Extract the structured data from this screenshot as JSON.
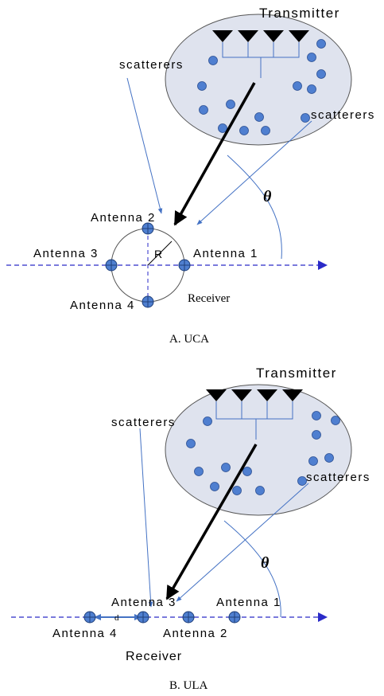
{
  "panel_a": {
    "transmitter_label": "Transmitter",
    "scatterers_left_label": "scatterers",
    "scatterers_right_label": "scatterers",
    "angle_symbol": "θ",
    "radius_label": "R",
    "antenna_1": "Antenna 1",
    "antenna_2": "Antenna 2",
    "antenna_3": "Antenna 3",
    "antenna_4": "Antenna 4",
    "receiver_label": "Receiver",
    "caption": "A. UCA"
  },
  "panel_b": {
    "transmitter_label": "Transmitter",
    "scatterers_left_label": "scatterers",
    "scatterers_right_label": "scatterers",
    "angle_symbol": "θ",
    "spacing_label": "d",
    "antenna_1": "Antenna 1",
    "antenna_2": "Antenna 2",
    "antenna_3": "Antenna 3",
    "antenna_4": "Antenna 4",
    "receiver_label": "Receiver",
    "caption": "B. ULA"
  },
  "colors": {
    "ellipse_fill": "#dfe3ee",
    "scatterer_fill": "#4f7fd0",
    "guide_line": "#4472c4",
    "axis_dash": "#2a2ac8",
    "main_ray": "#000000"
  }
}
